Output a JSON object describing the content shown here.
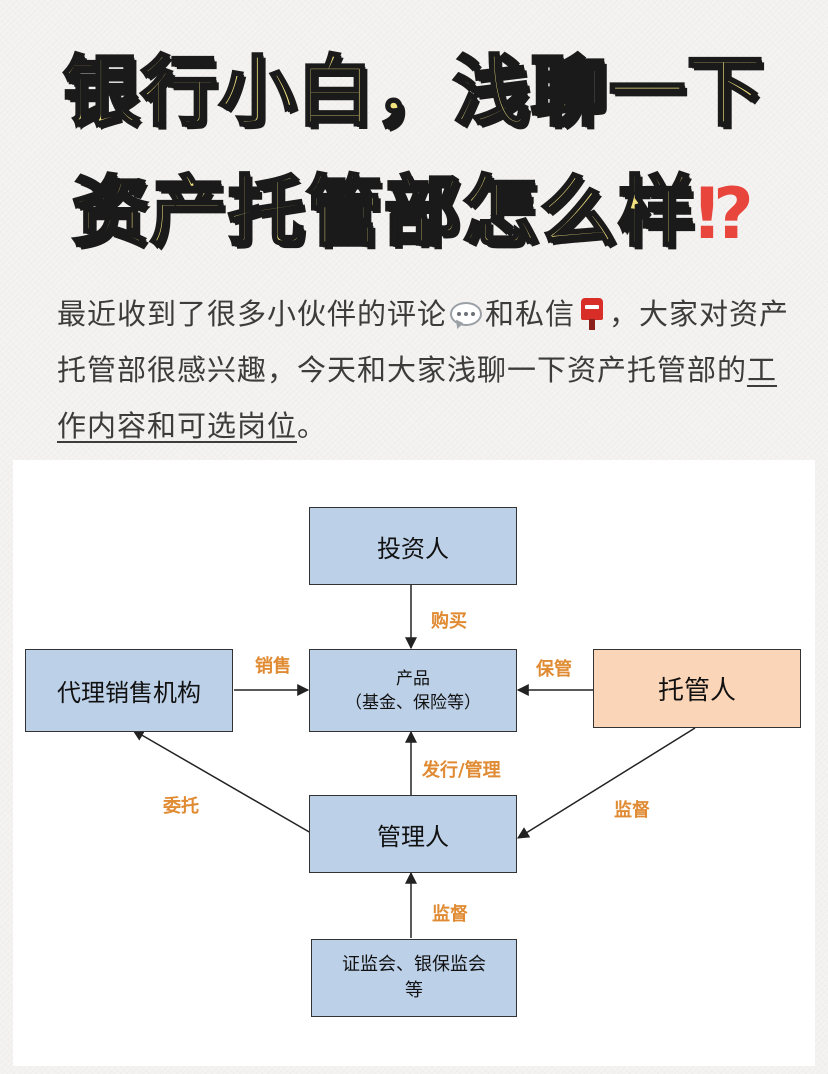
{
  "header": {
    "title_line1": "银行小白，浅聊一下",
    "title_line2": "资产托管部怎么样",
    "title_mark": "⁉"
  },
  "intro": {
    "part1": "最近收到了很多小伙伴的评论",
    "icon1": "speech-bubble-icon",
    "part2": "和私信",
    "icon2": "postbox-icon",
    "part3": "，大家对资产托管部很感兴趣，今天和大家浅聊一下资产托管部的",
    "underlined": "工作内容和可选岗位",
    "part4": "。"
  },
  "diagram": {
    "nodes": {
      "investor": "投资人",
      "product_line1": "产品",
      "product_line2": "（基金、保险等）",
      "agent": "代理销售机构",
      "custodian": "托管人",
      "manager": "管理人",
      "regulator_line1": "证监会、银保监会",
      "regulator_line2": "等"
    },
    "edges": {
      "buy": "购买",
      "sell": "销售",
      "safekeep": "保管",
      "issue_manage": "发行/管理",
      "entrust": "委托",
      "supervise_custodian": "监督",
      "supervise_regulator": "监督"
    },
    "colors": {
      "node_blue": "#bcd0e8",
      "node_orange": "#fbd5b8",
      "label_orange": "#e08b33"
    }
  }
}
